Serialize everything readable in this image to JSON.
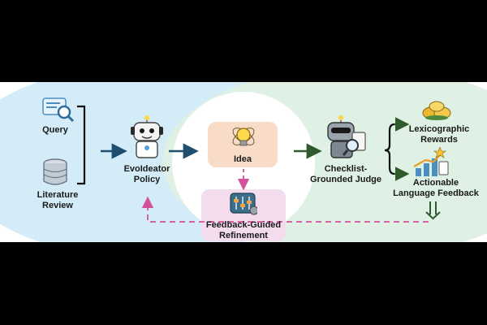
{
  "inputs": {
    "query_label": "Query",
    "literature_label": "Literature\nReview"
  },
  "policy": {
    "label": "EvoIdeator\nPolicy"
  },
  "idea": {
    "label": "Idea"
  },
  "refinement": {
    "label": "Feedback-Guided\nRefinement"
  },
  "judge": {
    "label": "Checklist-\nGrounded Judge"
  },
  "outputs": {
    "rewards_label": "Lexicographic\nRewards",
    "feedback_label": "Actionable\nLanguage Feedback"
  },
  "colors": {
    "left_bg": "#d3ecf8",
    "right_bg": "#dff0e4",
    "arrow_blue": "#1f4e6e",
    "arrow_green": "#2f5a2c",
    "dash_pink": "#d4509a",
    "idea_box": "#f8dcc8",
    "refine_box": "#f3dcee"
  }
}
